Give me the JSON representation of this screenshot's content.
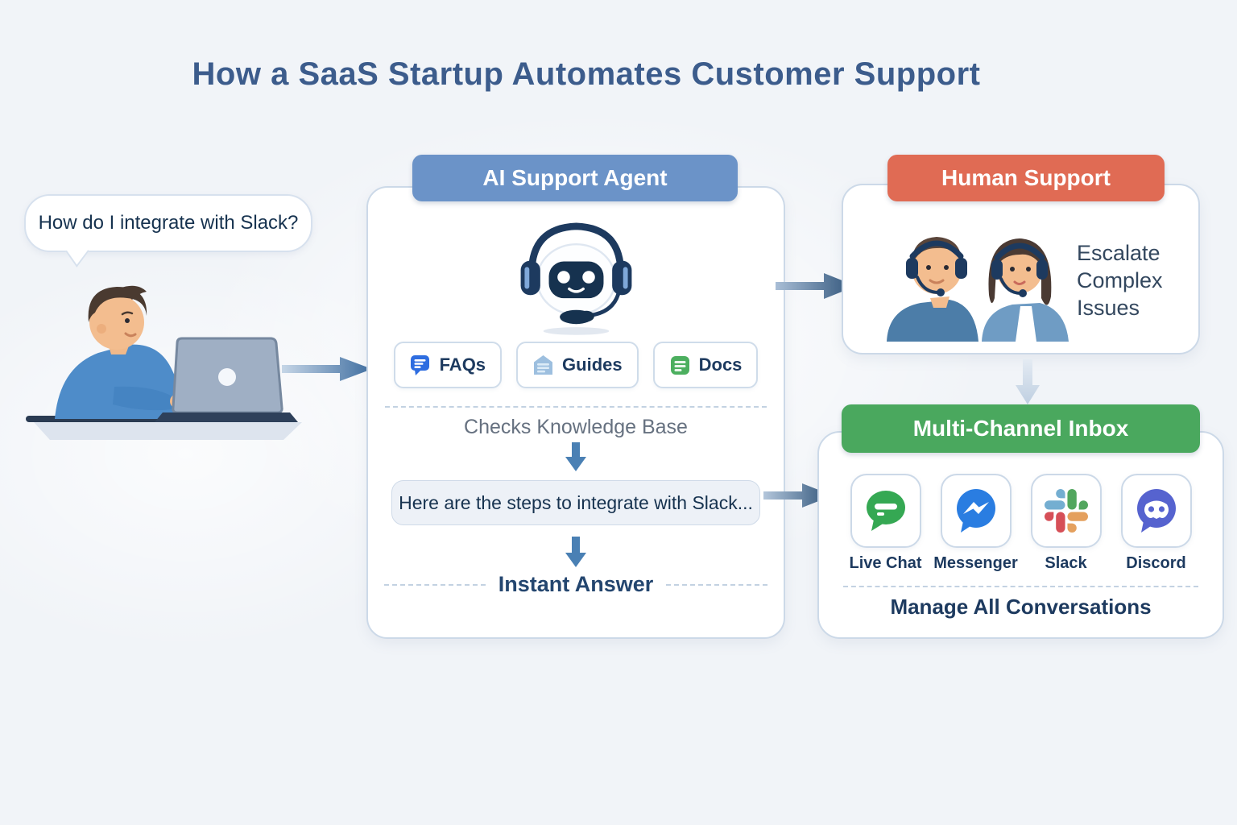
{
  "title": "How a SaaS Startup Automates Customer Support",
  "customer": {
    "speech_bubble": "How do I integrate with Slack?",
    "illustration": "man-at-laptop-illustration"
  },
  "ai_card": {
    "header": "AI Support Agent",
    "header_color": "#6b93c8",
    "robot_icon": "robot-headset-icon",
    "chips": [
      {
        "label": "FAQs",
        "icon": "faq-chat-bubble-icon",
        "icon_color": "#2e6de0"
      },
      {
        "label": "Guides",
        "icon": "guides-book-icon",
        "icon_color": "#9dbfdf"
      },
      {
        "label": "Docs",
        "icon": "docs-document-icon",
        "icon_color": "#4caf5f"
      }
    ],
    "checks_label": "Checks Knowledge Base",
    "answer_bubble": "Here are the steps to integrate with Slack...",
    "instant_label": "Instant Answer"
  },
  "human_card": {
    "header": "Human Support",
    "header_color": "#e06b54",
    "illustration": "two-support-agents-illustration",
    "description": "Escalate Complex Issues"
  },
  "inbox_card": {
    "header": "Multi-Channel Inbox",
    "header_color": "#4aa85e",
    "channels": [
      {
        "label": "Live Chat",
        "icon": "live-chat-bubble-icon",
        "icon_color": "#35a853"
      },
      {
        "label": "Messenger",
        "icon": "messenger-bolt-icon",
        "icon_color": "#2a7de1"
      },
      {
        "label": "Slack",
        "icon": "slack-logo-icon",
        "icon_color": "multicolor"
      },
      {
        "label": "Discord",
        "icon": "discord-face-icon",
        "icon_color": "#5663cf"
      }
    ],
    "footer": "Manage All Conversations"
  },
  "arrows": {
    "customer_to_ai": "right-arrow",
    "ai_to_human": "right-arrow",
    "answer_to_inbox": "right-arrow",
    "human_to_inbox": "down-arrow",
    "accent_color": "#3f6ea0"
  }
}
